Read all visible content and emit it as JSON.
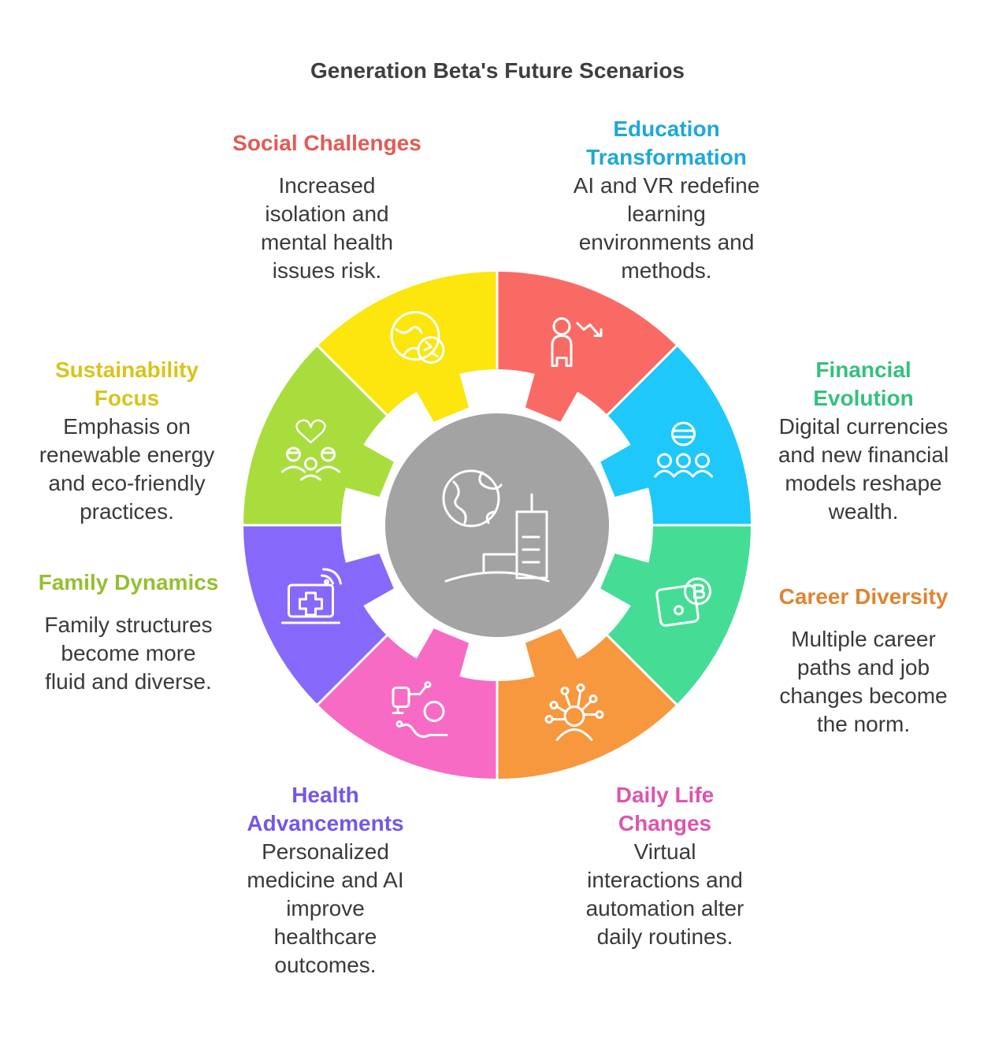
{
  "title": "Generation Beta's Future Scenarios",
  "segments": [
    {
      "key": "social",
      "title": "Social Challenges",
      "description": "Increased\nisolation and\nmental health\nissues risk.",
      "color": "#fa6a64",
      "title_color": "#e35a56",
      "icon": "person-decline-icon"
    },
    {
      "key": "education",
      "title": "Education\nTransformation",
      "description": "AI and VR redefine\nlearning\nenvironments and\nmethods.",
      "color": "#1ec8fa",
      "title_color": "#1ea8d8",
      "icon": "vr-headset-group-icon"
    },
    {
      "key": "financial",
      "title": "Financial\nEvolution",
      "description": "Digital currencies\nand new financial\nmodels reshape\nwealth.",
      "color": "#45dd95",
      "title_color": "#35c07e",
      "icon": "wallet-bitcoin-icon"
    },
    {
      "key": "career",
      "title": "Career Diversity",
      "description": "Multiple career\npaths and job\nchanges become\nthe norm.",
      "color": "#f7973e",
      "title_color": "#e0842f",
      "icon": "person-options-icon"
    },
    {
      "key": "daily",
      "title": "Daily Life\nChanges",
      "description": "Virtual\ninteractions and\nautomation alter\ndaily routines.",
      "color": "#f76bc4",
      "title_color": "#db56ad",
      "icon": "robot-arm-person-icon"
    },
    {
      "key": "health",
      "title": "Health\nAdvancements",
      "description": "Personalized\nmedicine and AI\nimprove\nhealthcare\noutcomes.",
      "color": "#8669fa",
      "title_color": "#7556e8",
      "icon": "laptop-medical-icon"
    },
    {
      "key": "family",
      "title": "Family Dynamics",
      "description": "Family structures\nbecome more\nfluid and diverse.",
      "color": "#a9dd3d",
      "title_color": "#93c02f",
      "icon": "family-heart-icon"
    },
    {
      "key": "sustainability",
      "title": "Sustainability\nFocus",
      "description": "Emphasis on\nrenewable energy\nand eco-friendly\npractices.",
      "color": "#fde50e",
      "title_color": "#d8c41a",
      "icon": "globe-recycle-icon"
    }
  ],
  "center": {
    "color": "#a3a3a3",
    "icon": "globe-city-icon"
  }
}
